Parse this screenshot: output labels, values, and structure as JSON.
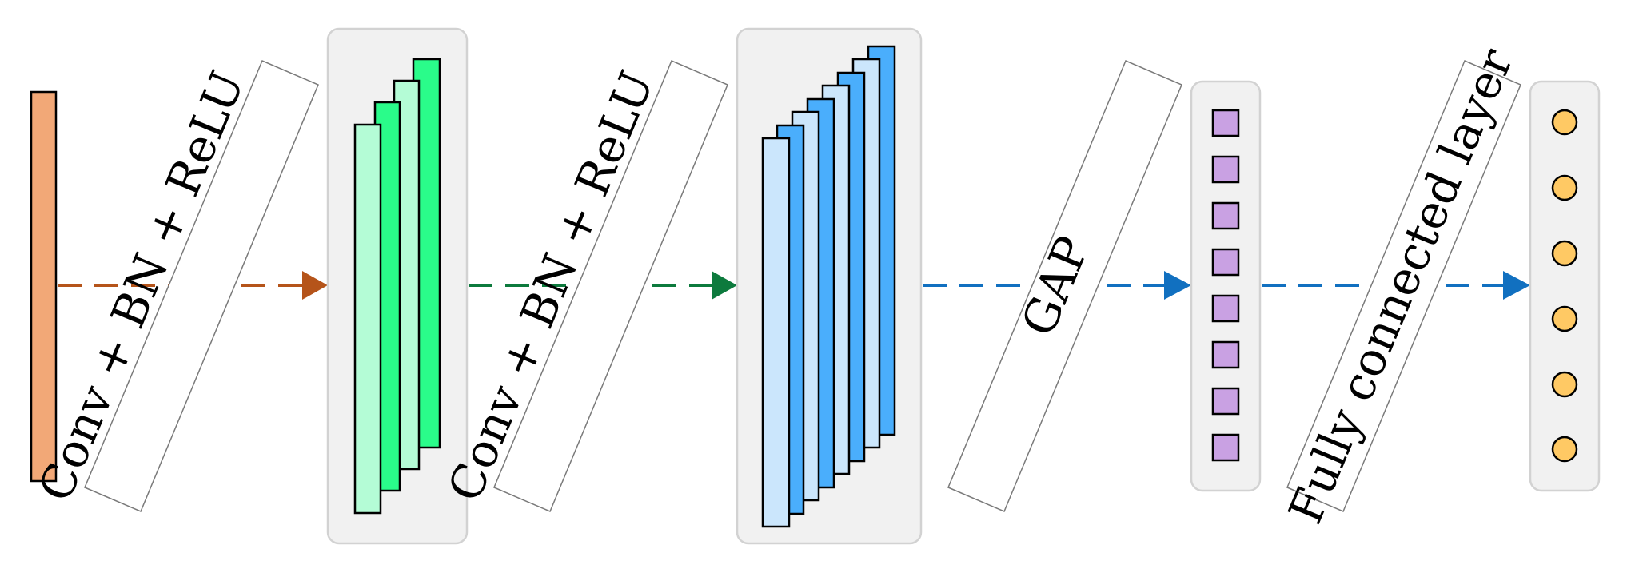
{
  "colors": {
    "input": "#f2a877",
    "green_light": "#b4fcd6",
    "green_dark": "#2afc8a",
    "blue_light": "#cbe6fc",
    "blue_dark": "#4aaefc",
    "vector": "#c9a1e3",
    "output": "#ffc964",
    "arrow_brown": "#b5541a",
    "arrow_green": "#0d7a3d",
    "arrow_blue": "#1170c0"
  },
  "labels": {
    "conv1": "Conv + BN + ReLU",
    "conv2": "Conv + BN + ReLU",
    "gap": "GAP",
    "fc": "Fully connected layer"
  },
  "stages": {
    "block1_maps": 4,
    "block2_maps": 8,
    "gap_units": 8,
    "output_units": 6
  },
  "icons": [
    "arrow-right-icon"
  ]
}
